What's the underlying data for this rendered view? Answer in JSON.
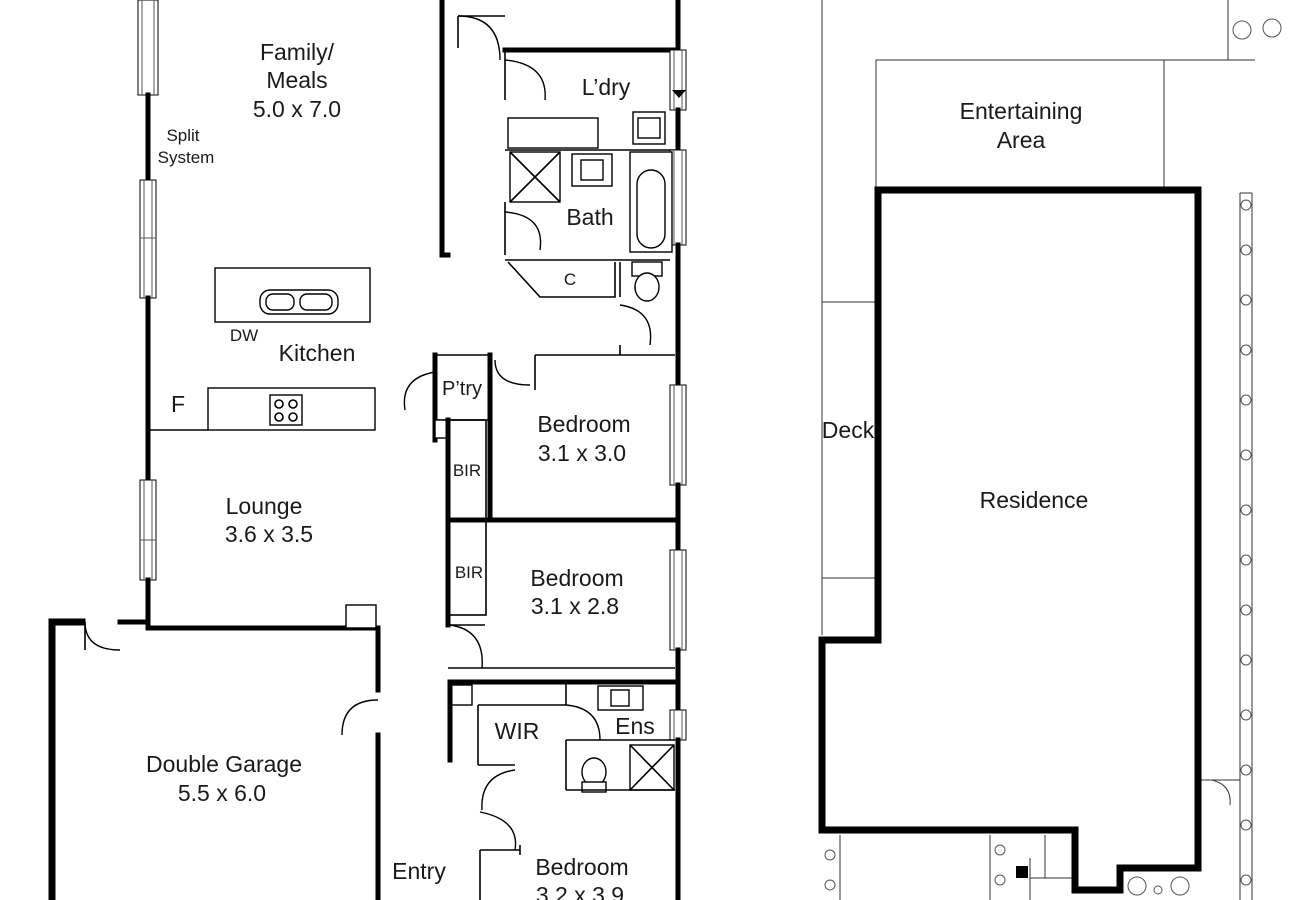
{
  "floorplan": {
    "rooms": {
      "family_meals": {
        "name": "Family/\nMeals",
        "size": "5.0 x 7.0"
      },
      "kitchen": {
        "name": "Kitchen"
      },
      "lounge": {
        "name": "Lounge",
        "size": "3.6 x 3.5"
      },
      "laundry": {
        "name": "L’dry"
      },
      "bath": {
        "name": "Bath"
      },
      "cupboard": {
        "name": "C"
      },
      "pantry": {
        "name": "P’try"
      },
      "bedroom_1": {
        "name": "Bedroom",
        "size": "3.1 x 3.0"
      },
      "bedroom_2": {
        "name": "Bedroom",
        "size": "3.1 x 2.8"
      },
      "bedroom_3": {
        "name": "Bedroom",
        "size": "3.2 x 3.9"
      },
      "bir_1": {
        "name": "BIR"
      },
      "bir_2": {
        "name": "BIR"
      },
      "wir": {
        "name": "WIR"
      },
      "ensuite": {
        "name": "Ens"
      },
      "garage": {
        "name": "Double Garage",
        "size": "5.5 x 6.0"
      },
      "entry": {
        "name": "Entry"
      }
    },
    "annotations": {
      "split_system_1": "Split",
      "split_system_2": "System",
      "dishwasher": "DW",
      "fridge": "F"
    }
  },
  "siteplan": {
    "entertaining_1": "Entertaining",
    "entertaining_2": "Area",
    "deck": "Deck",
    "residence": "Residence"
  }
}
